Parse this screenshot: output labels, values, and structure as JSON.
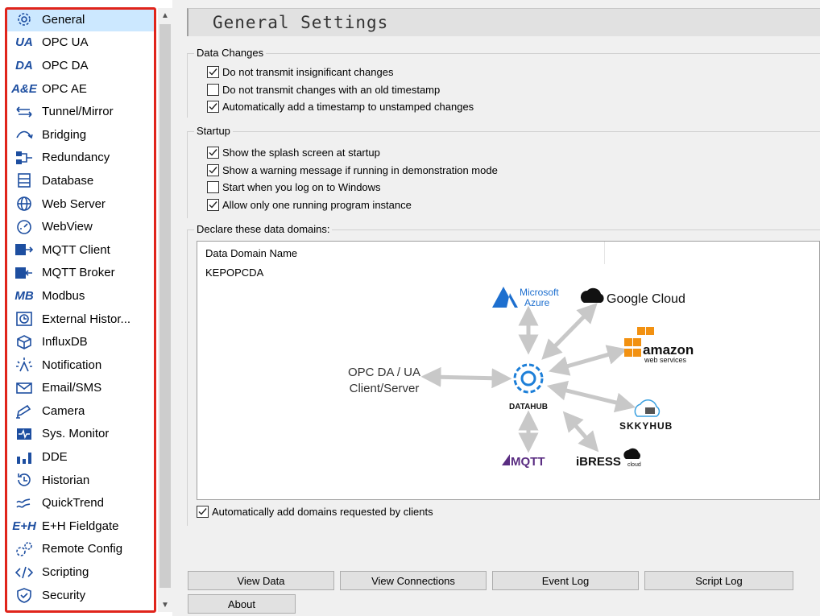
{
  "sidebar": {
    "items": [
      {
        "label": "General",
        "icon": "gear-icon",
        "selected": true
      },
      {
        "label": "OPC UA",
        "icon": "opc-ua-icon",
        "icon_text": "UA"
      },
      {
        "label": "OPC DA",
        "icon": "opc-da-icon",
        "icon_text": "DA"
      },
      {
        "label": "OPC AE",
        "icon": "opc-ae-icon",
        "icon_text": "A&E"
      },
      {
        "label": "Tunnel/Mirror",
        "icon": "tunnel-arrows-icon"
      },
      {
        "label": "Bridging",
        "icon": "bridge-icon"
      },
      {
        "label": "Redundancy",
        "icon": "redundancy-icon"
      },
      {
        "label": "Database",
        "icon": "database-icon"
      },
      {
        "label": "Web Server",
        "icon": "globe-icon"
      },
      {
        "label": "WebView",
        "icon": "gauge-icon"
      },
      {
        "label": "MQTT Client",
        "icon": "mqtt-client-icon"
      },
      {
        "label": "MQTT Broker",
        "icon": "mqtt-broker-icon"
      },
      {
        "label": "Modbus",
        "icon": "modbus-icon",
        "icon_text": "MB"
      },
      {
        "label": "External Histor...",
        "icon": "external-history-icon"
      },
      {
        "label": "InfluxDB",
        "icon": "influxdb-icon"
      },
      {
        "label": "Notification",
        "icon": "notification-icon"
      },
      {
        "label": "Email/SMS",
        "icon": "envelope-icon"
      },
      {
        "label": "Camera",
        "icon": "camera-icon"
      },
      {
        "label": "Sys. Monitor",
        "icon": "monitor-icon"
      },
      {
        "label": "DDE",
        "icon": "dde-icon"
      },
      {
        "label": "Historian",
        "icon": "history-icon"
      },
      {
        "label": "QuickTrend",
        "icon": "trend-icon"
      },
      {
        "label": "E+H Fieldgate",
        "icon": "eh-icon",
        "icon_text": "E+H"
      },
      {
        "label": "Remote Config",
        "icon": "remote-config-icon"
      },
      {
        "label": "Scripting",
        "icon": "code-icon"
      },
      {
        "label": "Security",
        "icon": "shield-icon"
      }
    ]
  },
  "header": {
    "title": "General Settings"
  },
  "data_changes": {
    "title": "Data Changes",
    "options": [
      {
        "label": "Do not transmit insignificant changes",
        "checked": true
      },
      {
        "label": "Do not transmit changes with an old timestamp",
        "checked": false
      },
      {
        "label": "Automatically add a timestamp to unstamped changes",
        "checked": true
      }
    ]
  },
  "startup": {
    "title": "Startup",
    "options": [
      {
        "label": "Show the splash screen at startup",
        "checked": true
      },
      {
        "label": "Show a warning message if running in demonstration mode",
        "checked": true
      },
      {
        "label": "Start when you log on to Windows",
        "checked": false
      },
      {
        "label": "Allow only one running program instance",
        "checked": true
      }
    ]
  },
  "domains": {
    "title": "Declare these data domains:",
    "column": "Data Domain Name",
    "rows": [
      "KEPOPCDA"
    ],
    "auto_add": {
      "label": "Automatically add domains requested by clients",
      "checked": true
    }
  },
  "diagram": {
    "left_label_1": "OPC DA / UA",
    "left_label_2": "Client/Server",
    "hub": "DATAHUB",
    "azure_1": "Microsoft",
    "azure_2": "Azure",
    "google": "Google Cloud",
    "amazon_1": "amazon",
    "amazon_2": "web services",
    "skkyhub": "SKKYHUB",
    "mqtt": "MQTT",
    "ibress": "iBRESS",
    "ibress_cloud": "cloud"
  },
  "buttons": {
    "view_data": "View Data",
    "view_connections": "View Connections",
    "event_log": "Event Log",
    "script_log": "Script Log",
    "about": "About"
  },
  "colors": {
    "accent": "#1d4ea0",
    "selection": "#cce8ff",
    "outline": "#e0241b",
    "arrow": "#c8c8c8"
  }
}
